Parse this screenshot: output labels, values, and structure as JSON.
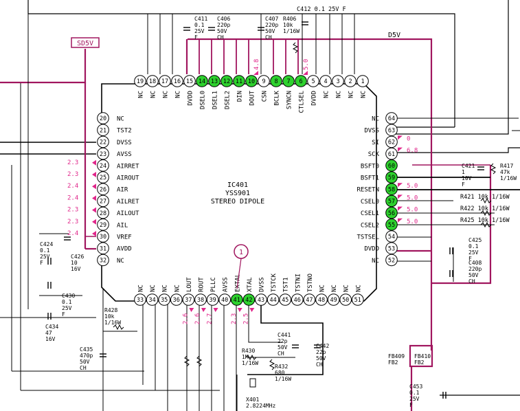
{
  "chip": {
    "ref": "IC401",
    "part": "YSS901",
    "desc": "STEREO DIPOLE"
  },
  "pins_top": [
    {
      "num": "19",
      "name": "NC",
      "green": false
    },
    {
      "num": "18",
      "name": "NC",
      "green": false
    },
    {
      "num": "17",
      "name": "NC",
      "green": false
    },
    {
      "num": "16",
      "name": "NC",
      "green": false
    },
    {
      "num": "15",
      "name": "DVDD",
      "green": false
    },
    {
      "num": "14",
      "name": "DSEL0",
      "green": true
    },
    {
      "num": "13",
      "name": "DSEL1",
      "green": true
    },
    {
      "num": "12",
      "name": "DSEL2",
      "green": true
    },
    {
      "num": "11",
      "name": "DIN",
      "green": true
    },
    {
      "num": "10",
      "name": "DOUT",
      "green": true
    },
    {
      "num": "9",
      "name": "CSN",
      "green": false
    },
    {
      "num": "8",
      "name": "BCLK",
      "green": true
    },
    {
      "num": "7",
      "name": "SYNCN",
      "green": true
    },
    {
      "num": "6",
      "name": "CTLSEL",
      "green": true
    },
    {
      "num": "5",
      "name": "DVDD",
      "green": false
    },
    {
      "num": "4",
      "name": "NC",
      "green": false
    },
    {
      "num": "3",
      "name": "NC",
      "green": false
    },
    {
      "num": "2",
      "name": "NC",
      "green": false
    },
    {
      "num": "1",
      "name": "NC",
      "green": false
    }
  ],
  "pins_left": [
    {
      "num": "20",
      "name": "NC",
      "volt": "",
      "green": false
    },
    {
      "num": "21",
      "name": "TST2",
      "volt": "",
      "green": false
    },
    {
      "num": "22",
      "name": "DVSS",
      "volt": "",
      "green": false
    },
    {
      "num": "23",
      "name": "AVSS",
      "volt": "",
      "green": false
    },
    {
      "num": "24",
      "name": "AIRRET",
      "volt": "2.3",
      "green": false
    },
    {
      "num": "25",
      "name": "AIROUT",
      "volt": "2.3",
      "green": false
    },
    {
      "num": "26",
      "name": "AIR",
      "volt": "2.4",
      "green": false
    },
    {
      "num": "27",
      "name": "AILRET",
      "volt": "2.4",
      "green": false
    },
    {
      "num": "28",
      "name": "AILOUT",
      "volt": "2.3",
      "green": false
    },
    {
      "num": "29",
      "name": "AIL",
      "volt": "2.3",
      "green": false
    },
    {
      "num": "30",
      "name": "VREF",
      "volt": "2.4",
      "green": false
    },
    {
      "num": "31",
      "name": "AVDD",
      "volt": "",
      "green": false
    },
    {
      "num": "32",
      "name": "NC",
      "volt": "",
      "green": false
    }
  ],
  "pins_right": [
    {
      "num": "64",
      "name": "NC",
      "volt": "",
      "green": false
    },
    {
      "num": "63",
      "name": "DVSS",
      "volt": "",
      "green": false
    },
    {
      "num": "62",
      "name": "SI",
      "volt": "0",
      "green": false
    },
    {
      "num": "61",
      "name": "SCK",
      "volt": "6.8",
      "green": false
    },
    {
      "num": "60",
      "name": "BSFT0",
      "volt": "",
      "green": true
    },
    {
      "num": "59",
      "name": "BSFT1",
      "volt": "",
      "green": true
    },
    {
      "num": "58",
      "name": "RESETN",
      "volt": "5.0",
      "green": true
    },
    {
      "num": "57",
      "name": "CSEL0",
      "volt": "5.0",
      "green": true
    },
    {
      "num": "56",
      "name": "CSEL1",
      "volt": "5.0",
      "green": true
    },
    {
      "num": "55",
      "name": "CSEL2",
      "volt": "5.0",
      "green": true
    },
    {
      "num": "54",
      "name": "TSTSEL",
      "volt": "",
      "green": false
    },
    {
      "num": "53",
      "name": "DVDD",
      "volt": "",
      "green": false
    },
    {
      "num": "52",
      "name": "NC",
      "volt": "",
      "green": false
    }
  ],
  "pins_bottom": [
    {
      "num": "33",
      "name": "NC",
      "volt": "",
      "green": false
    },
    {
      "num": "34",
      "name": "NC",
      "volt": "",
      "green": false
    },
    {
      "num": "35",
      "name": "NC",
      "volt": "",
      "green": false
    },
    {
      "num": "36",
      "name": "NC",
      "volt": "",
      "green": false
    },
    {
      "num": "37",
      "name": "LOUT",
      "volt": "2.6",
      "green": false
    },
    {
      "num": "38",
      "name": "ROUT",
      "volt": "2.6",
      "green": false
    },
    {
      "num": "39",
      "name": "PLLC",
      "volt": "2.7",
      "green": false
    },
    {
      "num": "40",
      "name": "AVSS",
      "volt": "",
      "green": false
    },
    {
      "num": "41",
      "name": "EXTAL",
      "volt": "2.3",
      "green": true
    },
    {
      "num": "42",
      "name": "XTAL",
      "volt": "2.5",
      "green": true
    },
    {
      "num": "43",
      "name": "DVSS",
      "volt": "",
      "green": false
    },
    {
      "num": "44",
      "name": "TSTCK",
      "volt": "",
      "green": false
    },
    {
      "num": "45",
      "name": "TST1",
      "volt": "",
      "green": false
    },
    {
      "num": "46",
      "name": "TSTNI",
      "volt": "",
      "green": false
    },
    {
      "num": "47",
      "name": "TSTNO",
      "volt": "",
      "green": false
    },
    {
      "num": "48",
      "name": "NC",
      "volt": "",
      "green": false
    },
    {
      "num": "49",
      "name": "NC",
      "volt": "",
      "green": false
    },
    {
      "num": "50",
      "name": "NC",
      "volt": "",
      "green": false
    },
    {
      "num": "51",
      "name": "NC",
      "volt": "",
      "green": false
    }
  ],
  "top_volts": [
    {
      "pin": "10",
      "value": "4.8"
    },
    {
      "pin": "6",
      "value": "5.0"
    }
  ],
  "rails": {
    "sd5v": "SD5V",
    "d5v": "D5V"
  },
  "marker": "1",
  "components": [
    {
      "id": "c412",
      "text": "C412 0.1 25V F"
    },
    {
      "id": "c411",
      "lines": [
        "C411",
        "0.1",
        "25V",
        "F"
      ]
    },
    {
      "id": "c406",
      "lines": [
        "C406",
        "220p",
        "50V",
        "CH"
      ]
    },
    {
      "id": "c407",
      "lines": [
        "C407",
        "220p",
        "50V",
        "CH"
      ]
    },
    {
      "id": "r406",
      "lines": [
        "R406",
        "10k",
        "1/16W"
      ]
    },
    {
      "id": "c421",
      "lines": [
        "C421",
        "1",
        "10V",
        "F"
      ]
    },
    {
      "id": "r417",
      "lines": [
        "R417",
        "47k",
        "1/16W"
      ]
    },
    {
      "id": "r421",
      "text": "R421 10k 1/16W"
    },
    {
      "id": "r422",
      "text": "R422 10k 1/16W"
    },
    {
      "id": "r425",
      "text": "R425 10k 1/16W"
    },
    {
      "id": "c425",
      "lines": [
        "C425",
        "0.1",
        "25V",
        "F"
      ]
    },
    {
      "id": "c408",
      "lines": [
        "C408",
        "220p",
        "50V",
        "CH"
      ]
    },
    {
      "id": "c424",
      "lines": [
        "C424",
        "0.1",
        "25V",
        "F"
      ]
    },
    {
      "id": "c426",
      "lines": [
        "C426",
        "10",
        "16V"
      ]
    },
    {
      "id": "c430",
      "lines": [
        "C430",
        "0.1",
        "25V",
        "F"
      ]
    },
    {
      "id": "c434",
      "lines": [
        "C434",
        "47",
        "16V"
      ]
    },
    {
      "id": "r428",
      "lines": [
        "R428",
        "10k",
        "1/16W"
      ]
    },
    {
      "id": "c435",
      "lines": [
        "C435",
        "470p",
        "50V",
        "CH"
      ]
    },
    {
      "id": "c441",
      "lines": [
        "C441",
        "22p",
        "50V",
        "CH"
      ]
    },
    {
      "id": "c442",
      "lines": [
        "C442",
        "22p",
        "50V",
        "CH"
      ]
    },
    {
      "id": "r430",
      "lines": [
        "R430",
        "1M",
        "1/16W"
      ]
    },
    {
      "id": "r432",
      "lines": [
        "R432",
        "680",
        "1/16W"
      ]
    },
    {
      "id": "x401",
      "lines": [
        "X401",
        "2.8224MHz"
      ]
    },
    {
      "id": "fb409",
      "lines": [
        "FB409",
        "FB2"
      ]
    },
    {
      "id": "fb410",
      "lines": [
        "FB410",
        "FB2"
      ]
    },
    {
      "id": "c453",
      "lines": [
        "C453",
        "0.1",
        "25V",
        "F"
      ]
    }
  ]
}
